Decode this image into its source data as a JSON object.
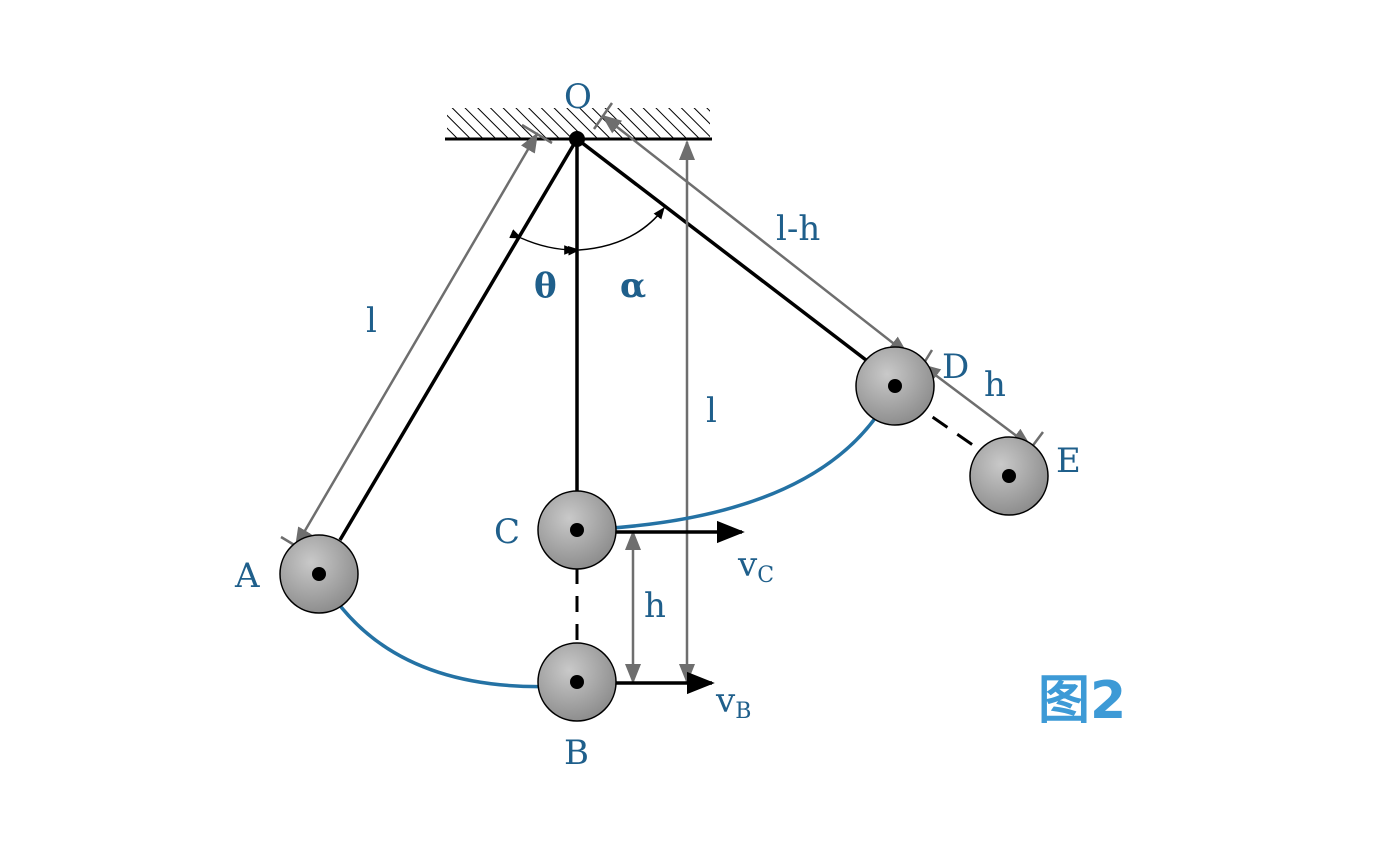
{
  "figure": {
    "caption": "图2",
    "labels": {
      "O": "O",
      "A": "A",
      "B": "B",
      "C": "C",
      "D": "D",
      "E": "E",
      "theta": "θ",
      "alpha": "α",
      "l_left": "l",
      "l_right": "l",
      "l_minus_h": "l-h",
      "h_right": "h",
      "h_mid": "h",
      "vB_main": "v",
      "vB_sub": "B",
      "vC_main": "v",
      "vC_sub": "C"
    },
    "colors": {
      "label": "#1f5f8b",
      "path_arc": "#2472a4",
      "caption": "#3d9ad6",
      "dimension": "#6e6e6e",
      "rod": "#000000",
      "bob_fill": "#9a9a9a"
    }
  }
}
